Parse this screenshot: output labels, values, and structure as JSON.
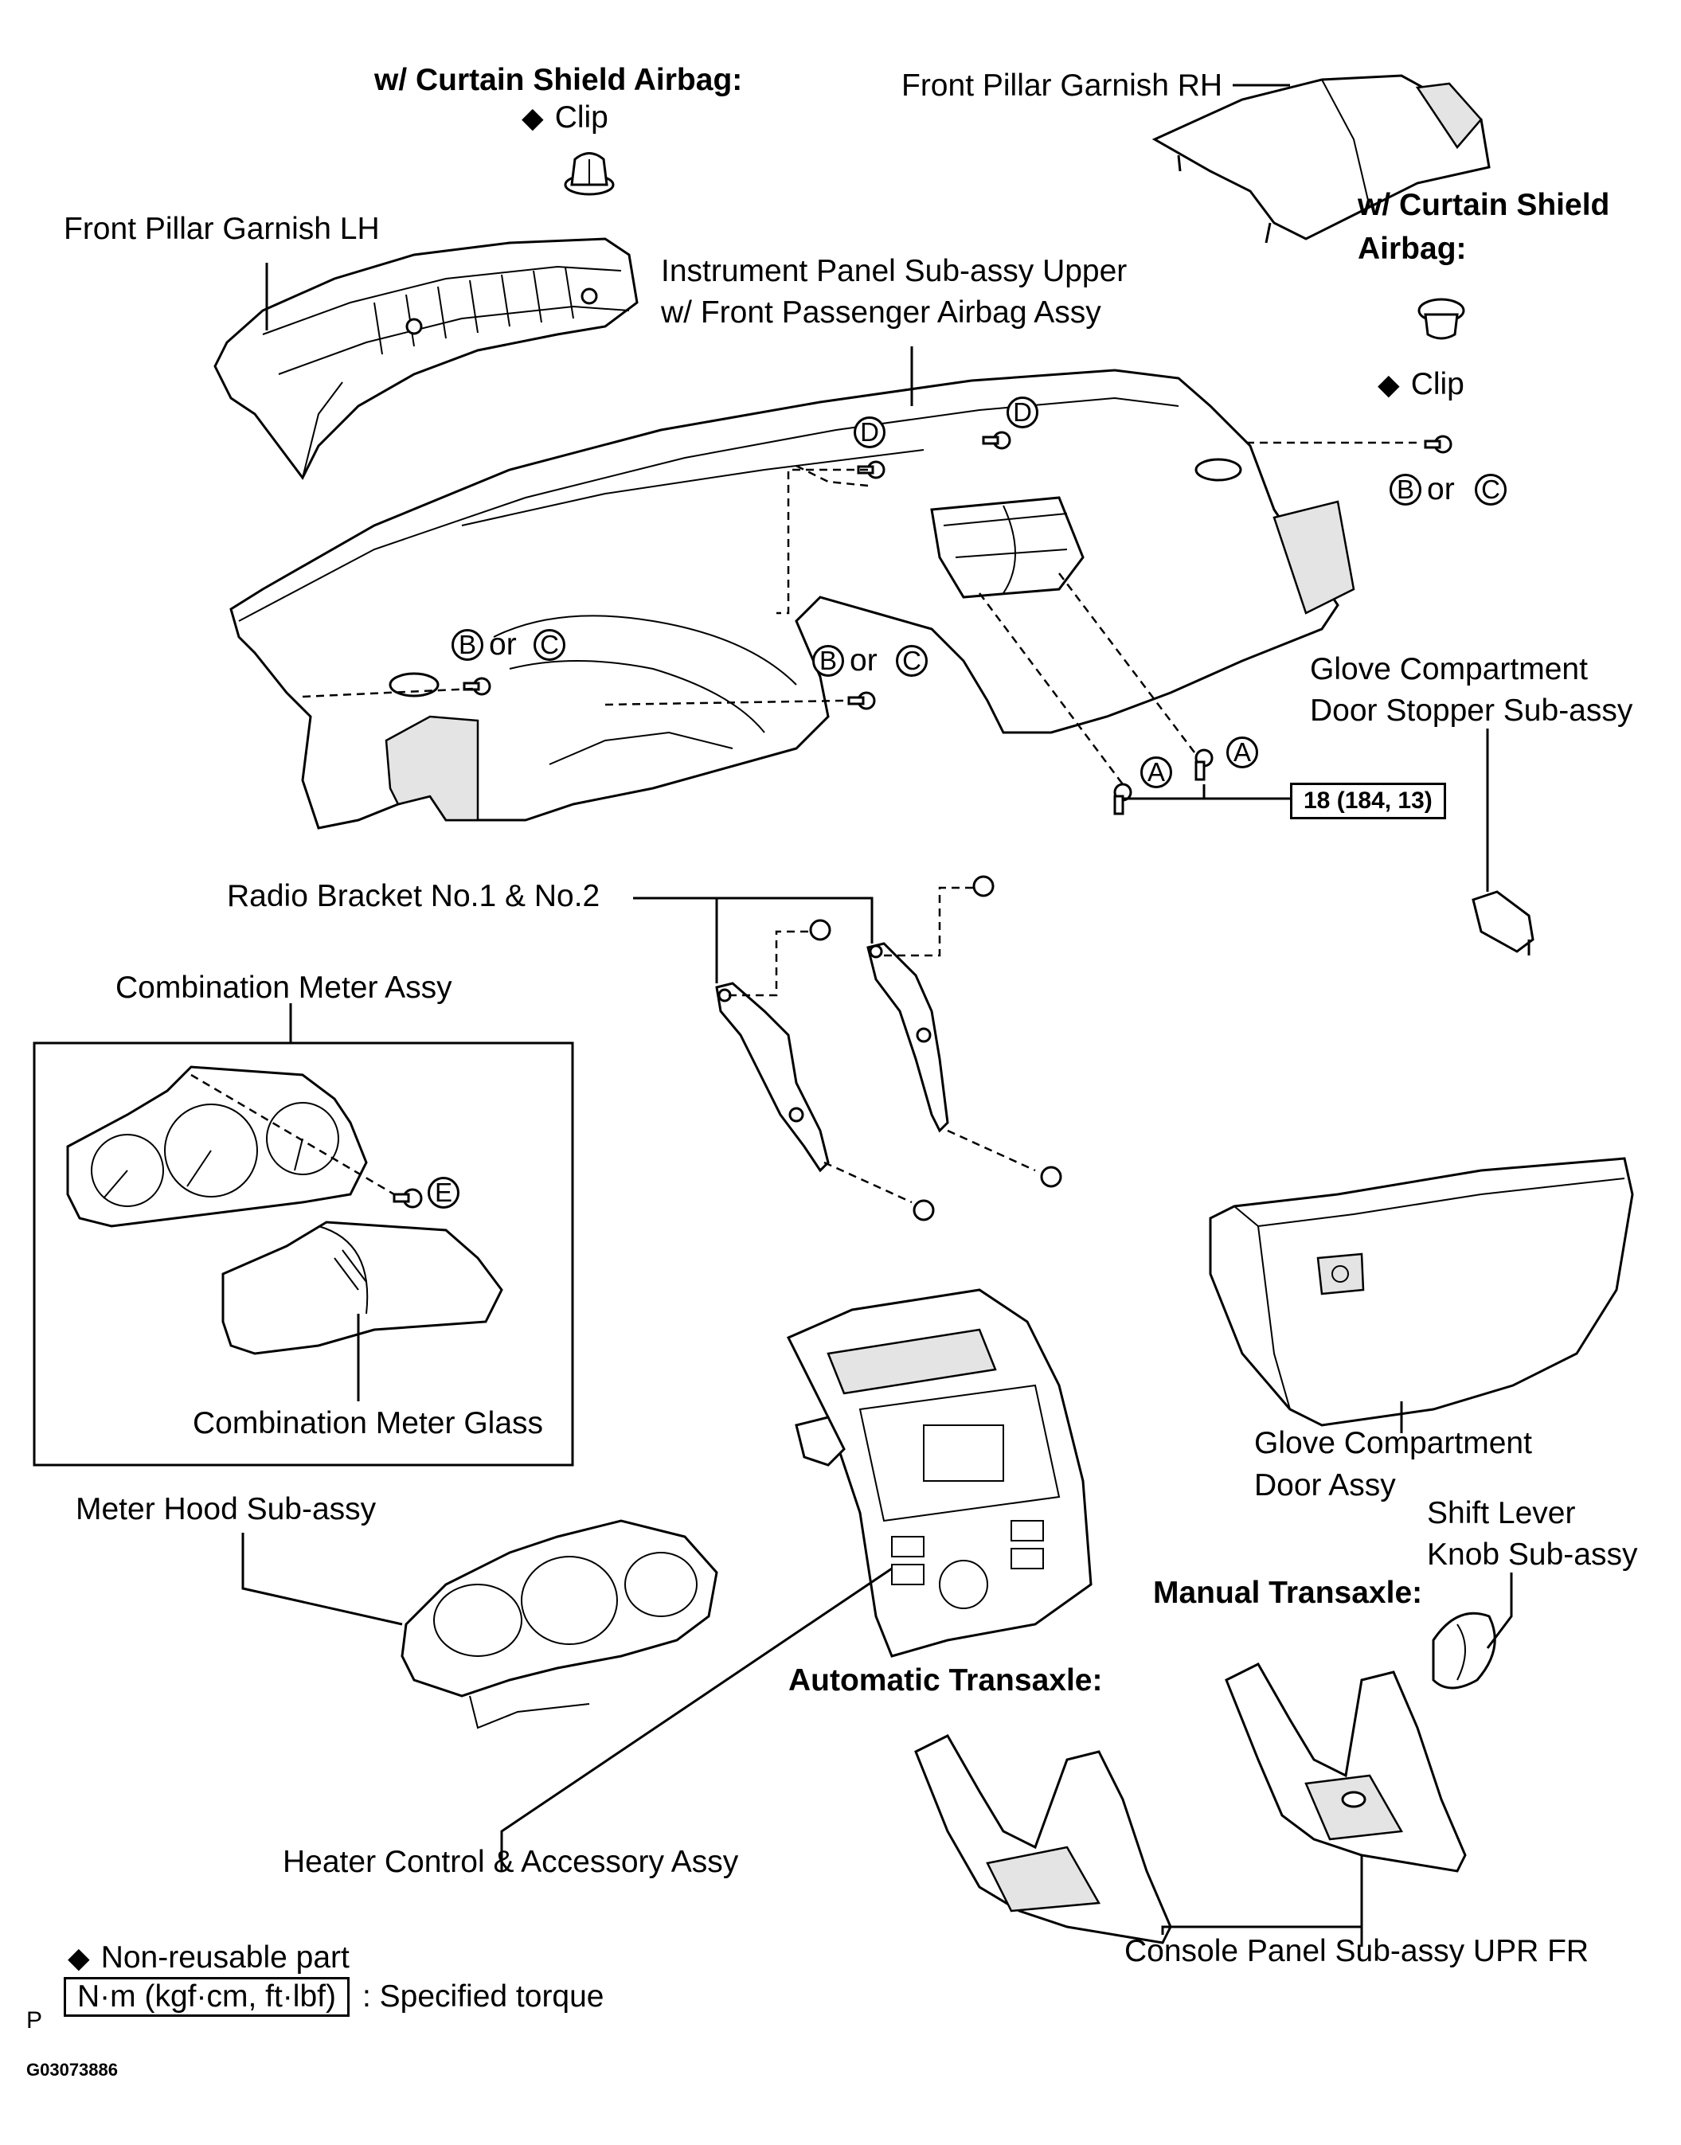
{
  "labels": {
    "curtain_left_title": "w/ Curtain Shield Airbag:",
    "curtain_left_clip": "Clip",
    "front_pillar_rh": "Front Pillar Garnish RH",
    "curtain_right_title_1": "w/ Curtain Shield",
    "curtain_right_title_2": "Airbag:",
    "curtain_right_clip": "Clip",
    "front_pillar_lh": "Front Pillar Garnish LH",
    "instrument_panel_1": "Instrument Panel Sub-assy Upper",
    "instrument_panel_2": "w/ Front Passenger Airbag Assy",
    "glove_stopper_1": "Glove Compartment",
    "glove_stopper_2": "Door Stopper Sub-assy",
    "radio_bracket": "Radio Bracket No.1 & No.2",
    "combination_meter": "Combination Meter Assy",
    "combination_glass": "Combination Meter Glass",
    "glove_door_1": "Glove Compartment",
    "glove_door_2": "Door Assy",
    "meter_hood": "Meter Hood Sub-assy",
    "shift_knob_1": "Shift Lever",
    "shift_knob_2": "Knob Sub-assy",
    "manual_transaxle": "Manual Transaxle:",
    "automatic_transaxle": "Automatic Transaxle:",
    "heater_control": "Heater Control & Accessory Assy",
    "console_panel": "Console Panel Sub-assy UPR FR"
  },
  "fastener_letters": {
    "a": "A",
    "b": "B",
    "c": "C",
    "d": "D",
    "e": "E",
    "or": "or"
  },
  "torque": "18 (184, 13)",
  "legend": {
    "diamond_symbol": "◆",
    "non_reusable": "Non-reusable part",
    "torque_units": "N·m (kgf·cm, ft·lbf)",
    "specified_torque": ": Specified torque",
    "prefix": "P"
  },
  "figure_code": "G03073886"
}
